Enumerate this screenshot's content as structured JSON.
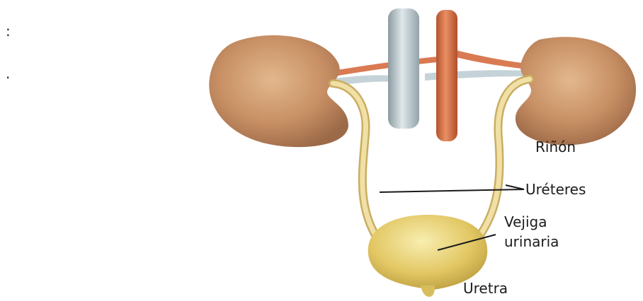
{
  "stray_marks": {
    "colon": ":",
    "dot": "."
  },
  "labels": {
    "kidney": "Riñón",
    "ureters": "Uréteres",
    "bladder_line1": "Vejiga",
    "bladder_line2": "urinaria",
    "urethra": "Uretra"
  },
  "colors": {
    "kidney": "#c9926a",
    "vein": "#b9c7cc",
    "artery": "#d8784f",
    "ureter": "#e8d28c",
    "bladder": "#e6cf6a",
    "background": "#ffffff"
  }
}
